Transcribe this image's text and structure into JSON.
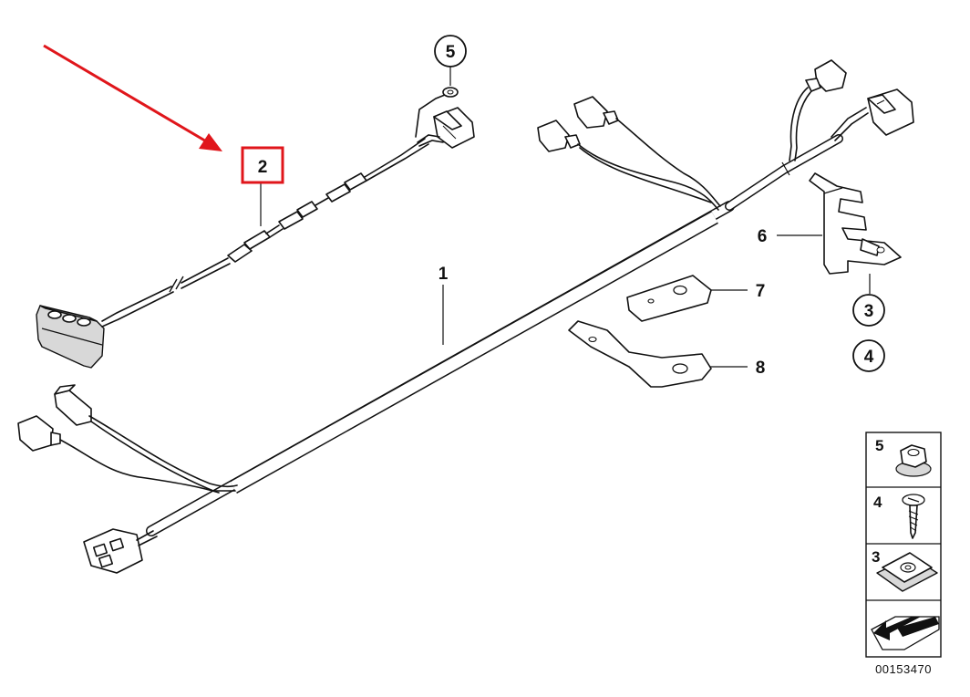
{
  "callouts": {
    "harness_main": "1",
    "harness_branch": "2",
    "clip_nut_top": "3",
    "screw_top": "4",
    "ring_lug": "5",
    "holder": "6",
    "plate": "7",
    "bracket": "8"
  },
  "legend": {
    "items": [
      {
        "number": "5",
        "icon": "hex-nut-icon"
      },
      {
        "number": "4",
        "icon": "screw-icon"
      },
      {
        "number": "3",
        "icon": "clip-nut-icon"
      }
    ],
    "last_cell_icon": "arrow-plate-icon"
  },
  "diagram_code": "00153470",
  "highlight_color": "#e0161b"
}
